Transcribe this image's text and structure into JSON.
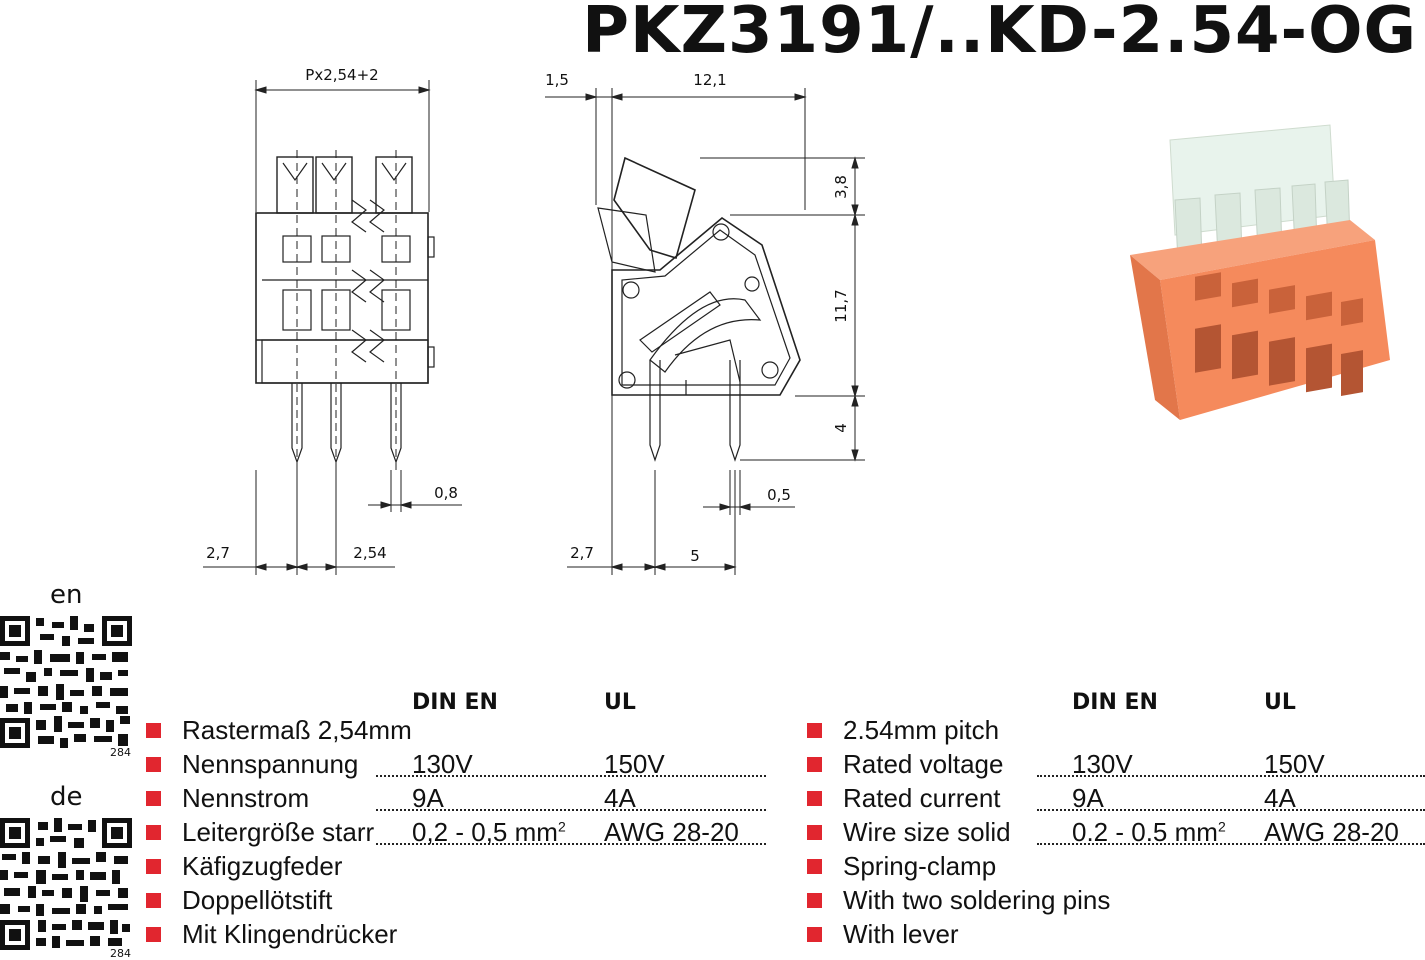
{
  "header": {
    "title": "PKZ3191/..KD-2.54-OG"
  },
  "drawing": {
    "dims": {
      "pitch_total": "Px2,54+2",
      "offset_top": "1,5",
      "width": "12,1",
      "h_lever": "3,8",
      "h_body": "11,7",
      "h_pin": "4",
      "pin_w_front": "0,8",
      "pin_w_side": "0,5",
      "edge_front": "2,7",
      "pitch": "2,54",
      "edge_side": "2,7",
      "pin_gap": "5"
    }
  },
  "qr": {
    "en": {
      "lang": "en",
      "num": "284"
    },
    "de": {
      "lang": "de",
      "num": "284"
    }
  },
  "specs_de": {
    "col1": "DIN EN",
    "col2": "UL",
    "rows": [
      {
        "label": "Rastermaß 2,54mm",
        "v1": "",
        "v2": ""
      },
      {
        "label": "Nennspannung",
        "v1": "130V",
        "v2": "150V"
      },
      {
        "label": "Nennstrom",
        "v1": "9A",
        "v2": "4A"
      },
      {
        "label": "Leitergröße starr",
        "v1": "0,2 - 0,5 mm",
        "v1_sup": "2",
        "v2": "AWG 28-20"
      },
      {
        "label": "Käfigzugfeder",
        "v1": "",
        "v2": ""
      },
      {
        "label": "Doppellötstift",
        "v1": "",
        "v2": ""
      },
      {
        "label": "Mit Klingendrücker",
        "v1": "",
        "v2": ""
      }
    ]
  },
  "specs_en": {
    "col1": "DIN EN",
    "col2": "UL",
    "rows": [
      {
        "label": "2.54mm pitch",
        "v1": "",
        "v2": ""
      },
      {
        "label": "Rated voltage",
        "v1": "130V",
        "v2": "150V"
      },
      {
        "label": "Rated current",
        "v1": "9A",
        "v2": "4A"
      },
      {
        "label": "Wire size solid",
        "v1": "0.2 - 0.5 mm",
        "v1_sup": "2",
        "v2": "AWG 28-20"
      },
      {
        "label": "Spring-clamp",
        "v1": "",
        "v2": ""
      },
      {
        "label": "With two soldering pins",
        "v1": "",
        "v2": ""
      },
      {
        "label": "With lever",
        "v1": "",
        "v2": ""
      }
    ]
  },
  "colors": {
    "bullet": "#e1262f",
    "body_orange": "#f58a5c",
    "lever_white": "#e8f3ec"
  }
}
